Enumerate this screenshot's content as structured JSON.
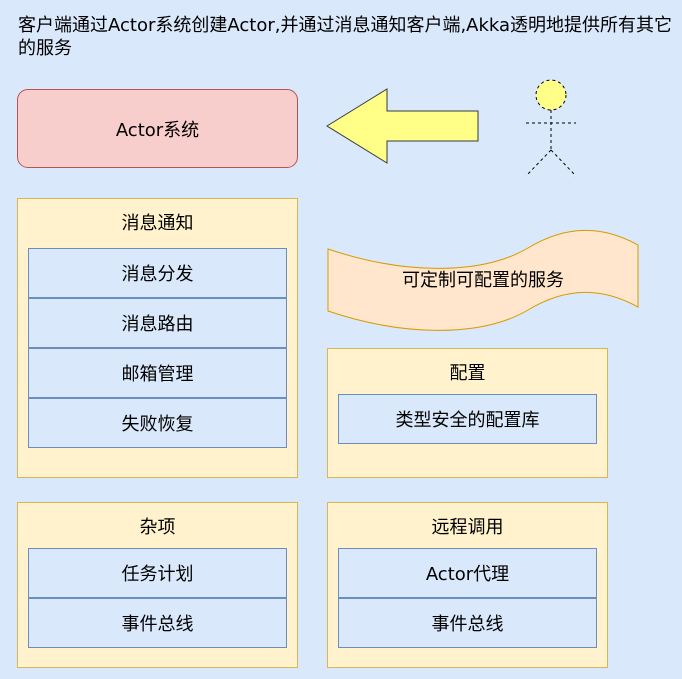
{
  "caption": "客户端通过Actor系统创建Actor,并通过消息通知客户端,Akka透明地提供所有其它的服务",
  "actor_system": {
    "label": "Actor系统"
  },
  "custom_services": {
    "label": "可定制可配置的服务"
  },
  "groups": {
    "messaging": {
      "title": "消息通知",
      "items": [
        "消息分发",
        "消息路由",
        "邮箱管理",
        "失败恢复"
      ]
    },
    "config": {
      "title": "配置",
      "items": [
        "类型安全的配置库"
      ]
    },
    "misc": {
      "title": "杂项",
      "items": [
        "任务计划",
        "事件总线"
      ]
    },
    "remote": {
      "title": "远程调用",
      "items": [
        "Actor代理",
        "事件总线"
      ]
    }
  },
  "colors": {
    "background": "#dae8fc",
    "actor_system_fill": "#f8cecc",
    "actor_system_stroke": "#b85450",
    "group_fill": "#fff2cc",
    "group_stroke": "#d6b656",
    "item_fill": "#dae8fc",
    "item_stroke": "#6c8ebf",
    "arrow_fill": "#ffff88",
    "arrow_stroke": "#36393d",
    "wave_fill": "#ffe6cc",
    "wave_stroke": "#d79b00",
    "stick_figure_fill": "#ffff88"
  },
  "icons": {
    "arrow": "left-arrow-icon",
    "client": "stick-figure-icon"
  }
}
